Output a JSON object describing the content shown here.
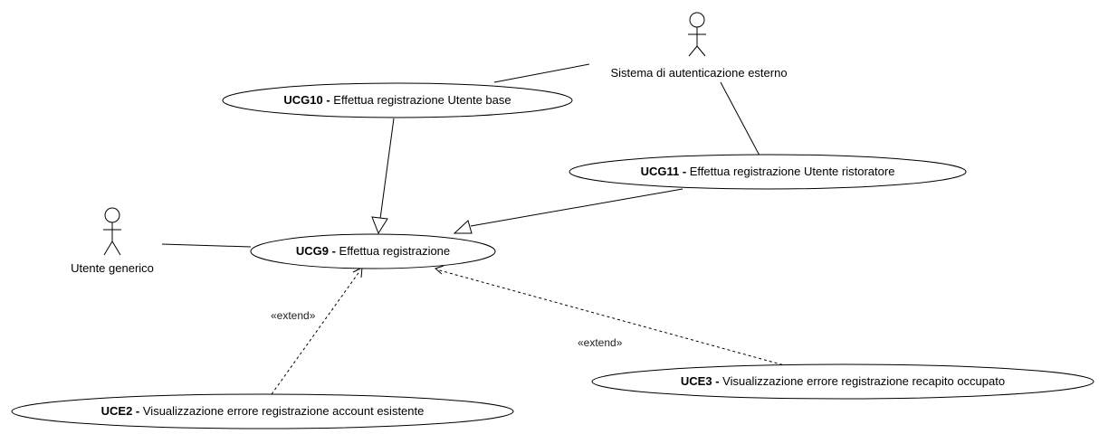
{
  "actors": {
    "generic": {
      "label": "Utente generico"
    },
    "external_auth": {
      "label": "Sistema di autenticazione esterno"
    }
  },
  "use_cases": {
    "ucg9": {
      "id": "UCG9",
      "name": "Effettua registrazione"
    },
    "ucg10": {
      "id": "UCG10",
      "name": "Effettua registrazione Utente base"
    },
    "ucg11": {
      "id": "UCG11",
      "name": "Effettua registrazione Utente ristoratore"
    },
    "uce2": {
      "id": "UCE2",
      "name": "Visualizzazione errore registrazione account esistente"
    },
    "uce3": {
      "id": "UCE3",
      "name": "Visualizzazione errore registrazione recapito occupato"
    }
  },
  "stereotypes": {
    "extend_uce2": "«extend»",
    "extend_uce3": "«extend»"
  },
  "separator": " - "
}
